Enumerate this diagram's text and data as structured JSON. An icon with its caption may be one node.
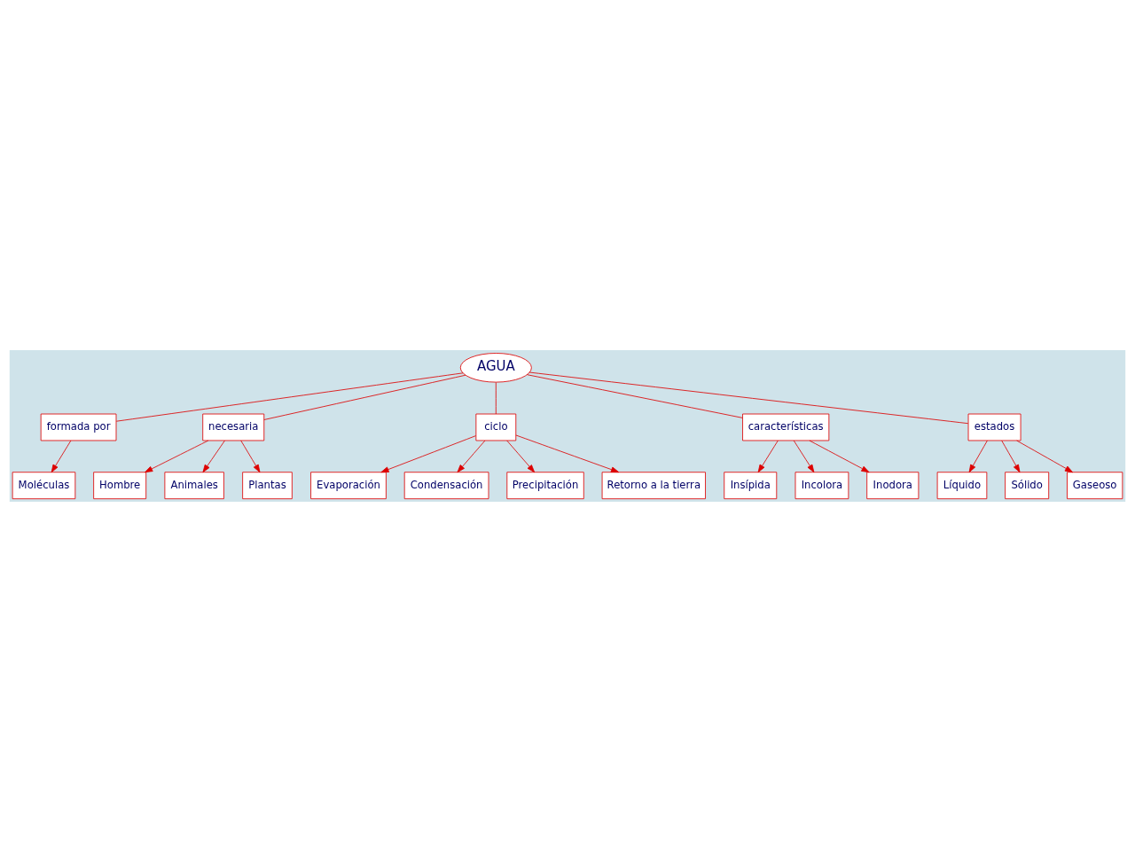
{
  "diagram": {
    "nodes": [
      {
        "text": [
          "AGUA"
        ]
      },
      {
        "text": [
          "formada por"
        ]
      },
      {
        "text": [
          "Moléculas"
        ]
      },
      {
        "text": [
          "necesaria"
        ]
      },
      {
        "text": [
          "Hombre"
        ]
      },
      {
        "text": [
          "Animales"
        ]
      },
      {
        "text": [
          "Plantas"
        ]
      },
      {
        "text": [
          "ciclo"
        ]
      },
      {
        "text": [
          "Evaporación"
        ]
      },
      {
        "text": [
          "Condensación"
        ]
      },
      {
        "text": [
          "Precipitación"
        ]
      },
      {
        "text": [
          "Retorno a la tierra"
        ]
      },
      {
        "text": [
          "características"
        ]
      },
      {
        "text": [
          "Insípida"
        ]
      },
      {
        "text": [
          "Incolora"
        ]
      },
      {
        "text": [
          "Inodora"
        ]
      },
      {
        "text": [
          "estados"
        ]
      },
      {
        "text": [
          "Líquido"
        ]
      },
      {
        "text": [
          "Sólido"
        ]
      },
      {
        "text": [
          "Gaseoso"
        ]
      }
    ],
    "edges": [
      {
        "from": 0,
        "to": 1,
        "arrow": "none"
      },
      {
        "from": 1,
        "to": 2,
        "arrow": "to"
      },
      {
        "from": 0,
        "to": 3,
        "arrow": "none"
      },
      {
        "from": 3,
        "to": 4,
        "arrow": "to"
      },
      {
        "from": 3,
        "to": 5,
        "arrow": "to"
      },
      {
        "from": 3,
        "to": 6,
        "arrow": "to"
      },
      {
        "from": 0,
        "to": 7,
        "arrow": "none"
      },
      {
        "from": 7,
        "to": 8,
        "arrow": "to"
      },
      {
        "from": 7,
        "to": 9,
        "arrow": "to"
      },
      {
        "from": 7,
        "to": 10,
        "arrow": "to"
      },
      {
        "from": 7,
        "to": 11,
        "arrow": "to"
      },
      {
        "from": 0,
        "to": 12,
        "arrow": "none"
      },
      {
        "from": 12,
        "to": 13,
        "arrow": "to"
      },
      {
        "from": 12,
        "to": 14,
        "arrow": "to"
      },
      {
        "from": 12,
        "to": 15,
        "arrow": "to"
      },
      {
        "from": 0,
        "to": 16,
        "arrow": "none"
      },
      {
        "from": 16,
        "to": 17,
        "arrow": "to"
      },
      {
        "from": 16,
        "to": 18,
        "arrow": "to"
      },
      {
        "from": 16,
        "to": 19,
        "arrow": "to"
      }
    ]
  }
}
